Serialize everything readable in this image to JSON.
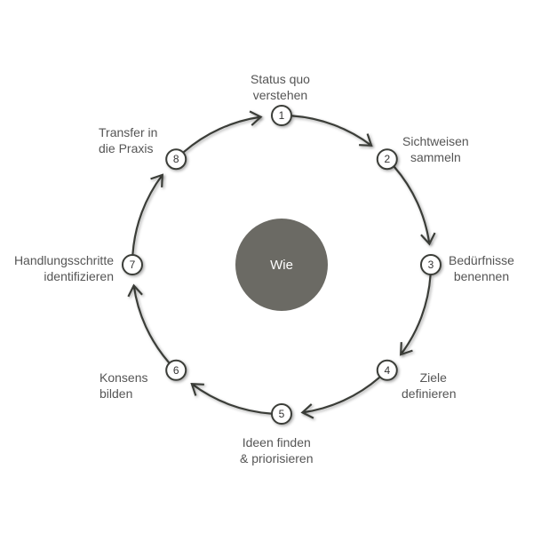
{
  "center": {
    "label": "Wie",
    "color": "#6b6a64"
  },
  "colors": {
    "stroke": "#3a3d38",
    "text": "#555555"
  },
  "steps": [
    {
      "number": "1",
      "line1": "Status quo",
      "line2": "verstehen"
    },
    {
      "number": "2",
      "line1": "Sichtweisen",
      "line2": "sammeln"
    },
    {
      "number": "3",
      "line1": "Bedürfnisse",
      "line2": "benennen"
    },
    {
      "number": "4",
      "line1": "Ziele",
      "line2": "definieren"
    },
    {
      "number": "5",
      "line1": "Ideen finden",
      "line2": "& priorisieren"
    },
    {
      "number": "6",
      "line1": "Konsens",
      "line2": "bilden"
    },
    {
      "number": "7",
      "line1": "Handlungsschritte",
      "line2": "identifizieren"
    },
    {
      "number": "8",
      "line1": "Transfer in",
      "line2": "die Praxis"
    }
  ]
}
